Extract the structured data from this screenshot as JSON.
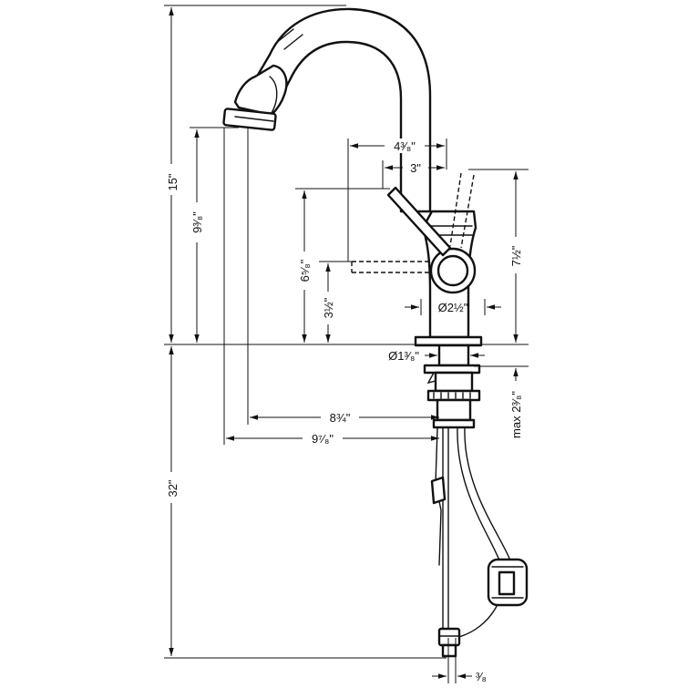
{
  "dimensions": {
    "overall_height_upper": "15\"",
    "overall_height_lower": "32\"",
    "spout_outlet_height": "9³⁄₈\"",
    "lever_height": "6⁵⁄₈\"",
    "side_handle_height": "3½\"",
    "reach_4_3_8": "4³⁄₈\"",
    "reach_3": "3\"",
    "body_height": "7½\"",
    "body_diameter": "Ø2½\"",
    "shank_diameter": "Ø1³⁄₈\"",
    "max_deck_thickness": "max 2³⁄₈\"",
    "spout_reach": "8¾\"",
    "spout_reach_total": "9⁷⁄₈\"",
    "connection_size": "³⁄₈"
  }
}
